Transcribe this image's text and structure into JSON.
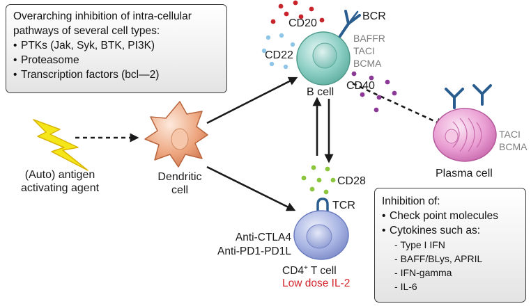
{
  "box_inhibition_pathways": {
    "heading": "Overarching inhibition of intra-cellular pathways of several cell types:",
    "items": [
      "PTKs (Jak, Syk, BTK, PI3K)",
      "Proteasome",
      "Transcription factors (bcl—2)"
    ]
  },
  "box_inhibition_of": {
    "heading": "Inhibition of:",
    "items": [
      "Check point molecules",
      "Cytokines such as:"
    ],
    "cytokines": [
      "Type I IFN",
      "BAFF/BLys, APRIL",
      "IFN-gamma",
      "IL-6"
    ]
  },
  "b_cell": {
    "label": "B cell",
    "markers": [
      "CD20",
      "CD22",
      "CD40",
      "BCR"
    ],
    "receptors": [
      "BAFFR",
      "TACI",
      "BCMA"
    ]
  },
  "plasma_cell": {
    "label": "Plasma cell",
    "receptors": [
      "TACI",
      "BCMA"
    ]
  },
  "t_cell": {
    "label_main": "CD4",
    "label_sup": "+",
    "label_rest": " T cell",
    "treatment": "Low dose IL-2",
    "markers": [
      "CD28",
      "TCR"
    ],
    "antibodies": [
      "Anti-CTLA4",
      "Anti-PD1-PD1L"
    ]
  },
  "dendritic_cell": {
    "label_line1": "Dendritic",
    "label_line2": "cell"
  },
  "antigen": {
    "label_line1": "(Auto) antigen",
    "label_line2": "activating agent"
  },
  "colors": {
    "cd20_dots": "#c8242b",
    "cd22_dots": "#8fc6e8",
    "cd40_dots": "#8a3a95",
    "cd28_dots": "#8cc63f",
    "antibody": "#2a5d8f",
    "b_cell": "#7fc7bd",
    "plasma_cell": "#e79ad0",
    "t_cell": "#a7b4e2",
    "dendritic": "#e9a17c",
    "lightning": "#f5e61a",
    "highlight_text": "#d2232a"
  }
}
